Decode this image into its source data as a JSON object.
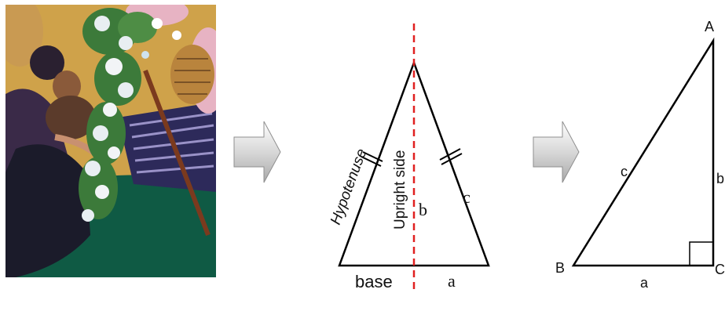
{
  "photo": {
    "palette": {
      "background": "#cfa24a",
      "table": "#0f5a44",
      "flowers": "#e8eef2",
      "leaves": "#3c7a3a",
      "person_dark": "#1b1b2a",
      "person_mid": "#3a2a48",
      "wood": "#7b3a1e",
      "basket": "#c99a52",
      "pink": "#e7b3c3"
    }
  },
  "arrow_color": "#cfcfcf",
  "isosceles": {
    "hypotenuse": "Hypotenuse",
    "upright_side": "Upright side",
    "b": "b",
    "c": "c",
    "base": "base",
    "a": "a",
    "axis_color": "#e02020"
  },
  "right_triangle": {
    "A": "A",
    "B": "B",
    "C": "C",
    "a": "a",
    "b": "b",
    "c": "c"
  }
}
